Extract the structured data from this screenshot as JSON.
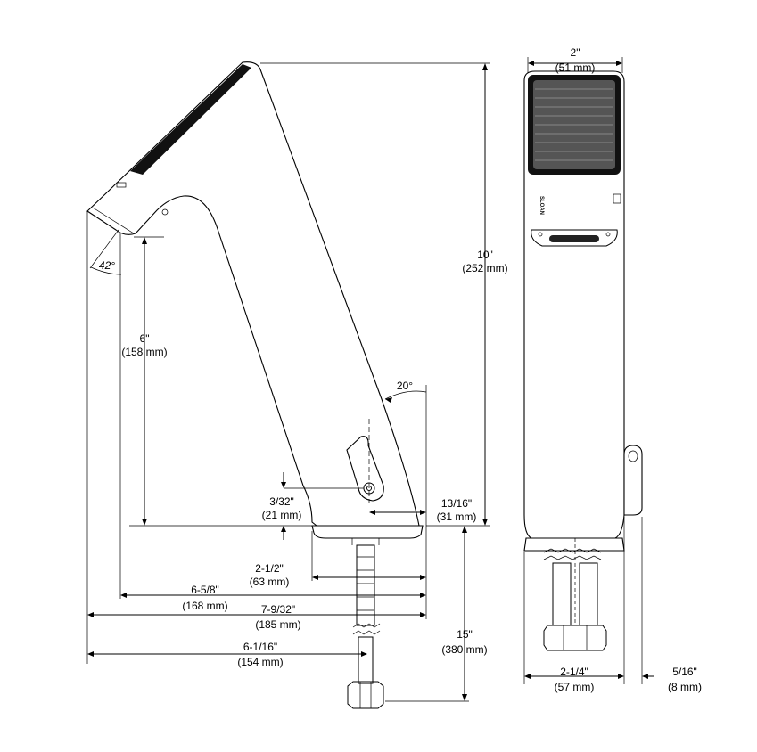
{
  "dimensions": {
    "height_total": {
      "imperial": "10\"",
      "metric": "(252 mm)"
    },
    "spout_height": {
      "imperial": "6\"",
      "metric": "(158 mm)"
    },
    "width_top": {
      "imperial": "2\"",
      "metric": "(51 mm)"
    },
    "spout_angle": {
      "value": "42°"
    },
    "body_angle": {
      "value": "20°"
    },
    "offset_small": {
      "imperial": "3/32\"",
      "metric": "(21 mm)"
    },
    "offset_rear": {
      "imperial": "13/16\"",
      "metric": "(31 mm)"
    },
    "base_width": {
      "imperial": "2-1/2\"",
      "metric": "(63 mm)"
    },
    "reach": {
      "imperial": "6-5/8\"",
      "metric": "(168 mm)"
    },
    "overall_depth": {
      "imperial": "7-9/32\"",
      "metric": "(185 mm)"
    },
    "spout_to_shank": {
      "imperial": "6-1/16\"",
      "metric": "(154 mm)"
    },
    "shank_length": {
      "imperial": "15\"",
      "metric": "(380 mm)"
    },
    "side_base_width": {
      "imperial": "2-1/4\"",
      "metric": "(57 mm)"
    },
    "handle_offset": {
      "imperial": "5/16\"",
      "metric": "(8 mm)"
    }
  },
  "brand": {
    "logo": "SLOAN"
  },
  "colors": {
    "line": "#000000",
    "sensor": "#111111",
    "background": "#ffffff"
  }
}
